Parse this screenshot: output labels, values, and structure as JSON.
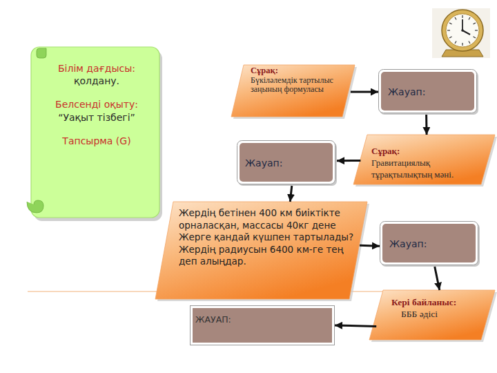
{
  "diagram": {
    "nodes": [
      {
        "text": [
          "Білім дағдысы:",
          "қолдану.",
          "Белсенді оқыту:",
          "“Уақыт тізбегі”",
          "Тапсырма (G)"
        ]
      },
      {
        "text": [
          "Сұрақ:",
          "Бүкіләлемдік тартылыс заңының формуласы"
        ]
      },
      {
        "text": [
          "Жауап:"
        ]
      },
      {
        "text": [
          "Сұрақ:",
          "Гравитациялық тұрақтылықтың мәні."
        ]
      },
      {
        "text": [
          "Жауап:"
        ]
      },
      {
        "text": [
          "Жердің бетінен 400 км биіктікте орналасқан, массасы 40кг дене Жерге қандай күшпен тартылады?Жердің радиусын 6400 км-ге тең деп алыңдар."
        ]
      },
      {
        "text": [
          "Жауап:"
        ]
      },
      {
        "text": [
          "Кері байланыс:",
          "БББ әдісі"
        ]
      },
      {
        "text": [
          "ЖАУАП:"
        ]
      }
    ],
    "edges": [
      {
        "from": 1,
        "to": 2,
        "arrow": "to"
      },
      {
        "from": 2,
        "to": 3,
        "arrow": "to"
      },
      {
        "from": 3,
        "to": 4,
        "arrow": "to"
      },
      {
        "from": 4,
        "to": 5,
        "arrow": "to"
      },
      {
        "from": 5,
        "to": 6,
        "arrow": "to"
      },
      {
        "from": 6,
        "to": 7,
        "arrow": "to"
      },
      {
        "from": 7,
        "to": 8,
        "arrow": "to"
      }
    ]
  }
}
